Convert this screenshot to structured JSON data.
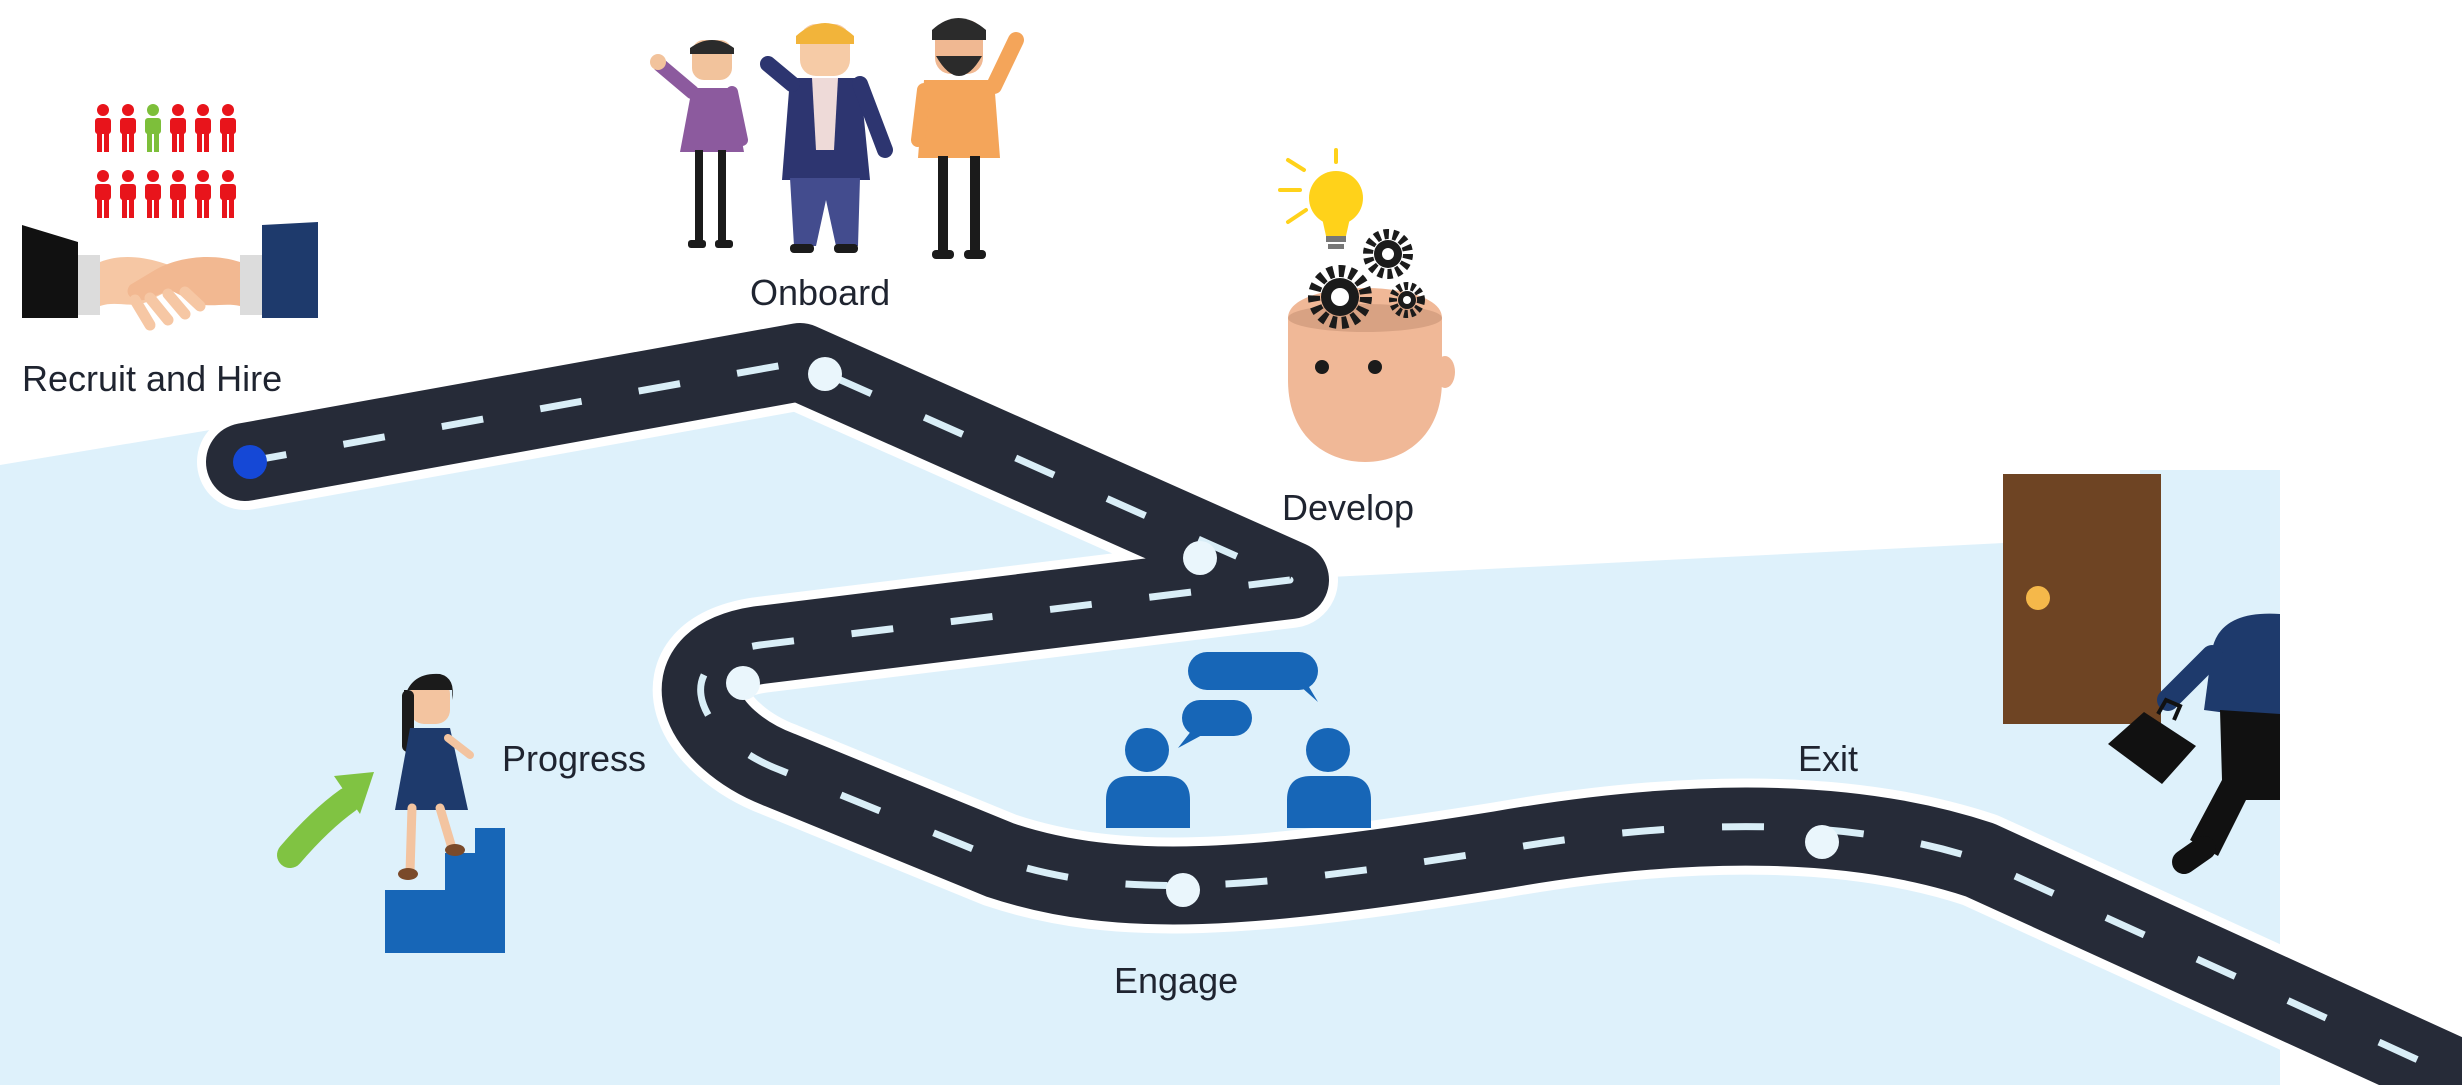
{
  "journey": {
    "title": "",
    "stages": [
      {
        "id": "recruit",
        "label": "Recruit and Hire",
        "icon": "handshake-icon"
      },
      {
        "id": "onboard",
        "label": "Onboard",
        "icon": "team-people-icon"
      },
      {
        "id": "develop",
        "label": "Develop",
        "icon": "brain-gears-icon"
      },
      {
        "id": "progress",
        "label": "Progress",
        "icon": "stairs-climb-icon"
      },
      {
        "id": "engage",
        "label": "Engage",
        "icon": "conversation-icon"
      },
      {
        "id": "exit",
        "label": "Exit",
        "icon": "door-exit-icon"
      }
    ]
  },
  "colors": {
    "road": "#262b38",
    "road_dash": "#d9eef7",
    "background_area": "#def1fb",
    "marker_start": "#1548d6",
    "marker_stop": "#eaf6fc",
    "people_red": "#e8141b",
    "people_green": "#7dbf3a",
    "chat_blue": "#1766b7",
    "arrow_green": "#80c342",
    "door_brown": "#6e4423",
    "bulb_yellow": "#ffd21a"
  }
}
